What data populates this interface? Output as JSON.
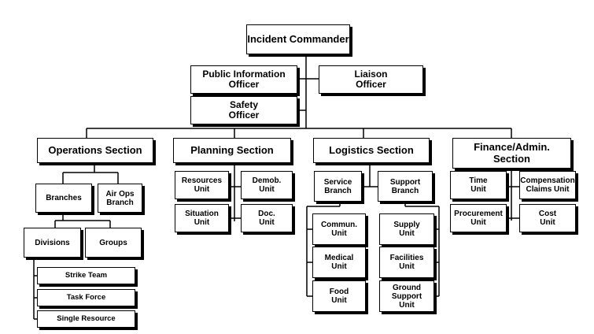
{
  "chart": {
    "commander": "Incident Commander",
    "command_staff": {
      "public_information": "Public Information\nOfficer",
      "liaison": "Liaison\nOfficer",
      "safety": "Safety\nOfficer"
    },
    "operations": {
      "title": "Operations Section",
      "branches": "Branches",
      "air_ops": "Air Ops\nBranch",
      "divisions": "Divisions",
      "groups": "Groups",
      "resources": [
        "Strike Team",
        "Task Force",
        "Single Resource"
      ]
    },
    "planning": {
      "title": "Planning Section",
      "resources_unit": "Resources\nUnit",
      "demob_unit": "Demob.\nUnit",
      "situation_unit": "Situation\nUnit",
      "doc_unit": "Doc.\nUnit"
    },
    "logistics": {
      "title": "Logistics Section",
      "service_branch": "Service\nBranch",
      "support_branch": "Support\nBranch",
      "service_units": [
        "Commun.\nUnit",
        "Medical\nUnit",
        "Food\nUnit"
      ],
      "support_units": [
        "Supply\nUnit",
        "Facilities\nUnit",
        "Ground\nSupport\nUnit"
      ]
    },
    "finance": {
      "title": "Finance/Admin.\nSection",
      "time_unit": "Time\nUnit",
      "compensation_unit": "Compensation\nClaims Unit",
      "procurement_unit": "Procurement\nUnit",
      "cost_unit": "Cost\nUnit"
    }
  }
}
